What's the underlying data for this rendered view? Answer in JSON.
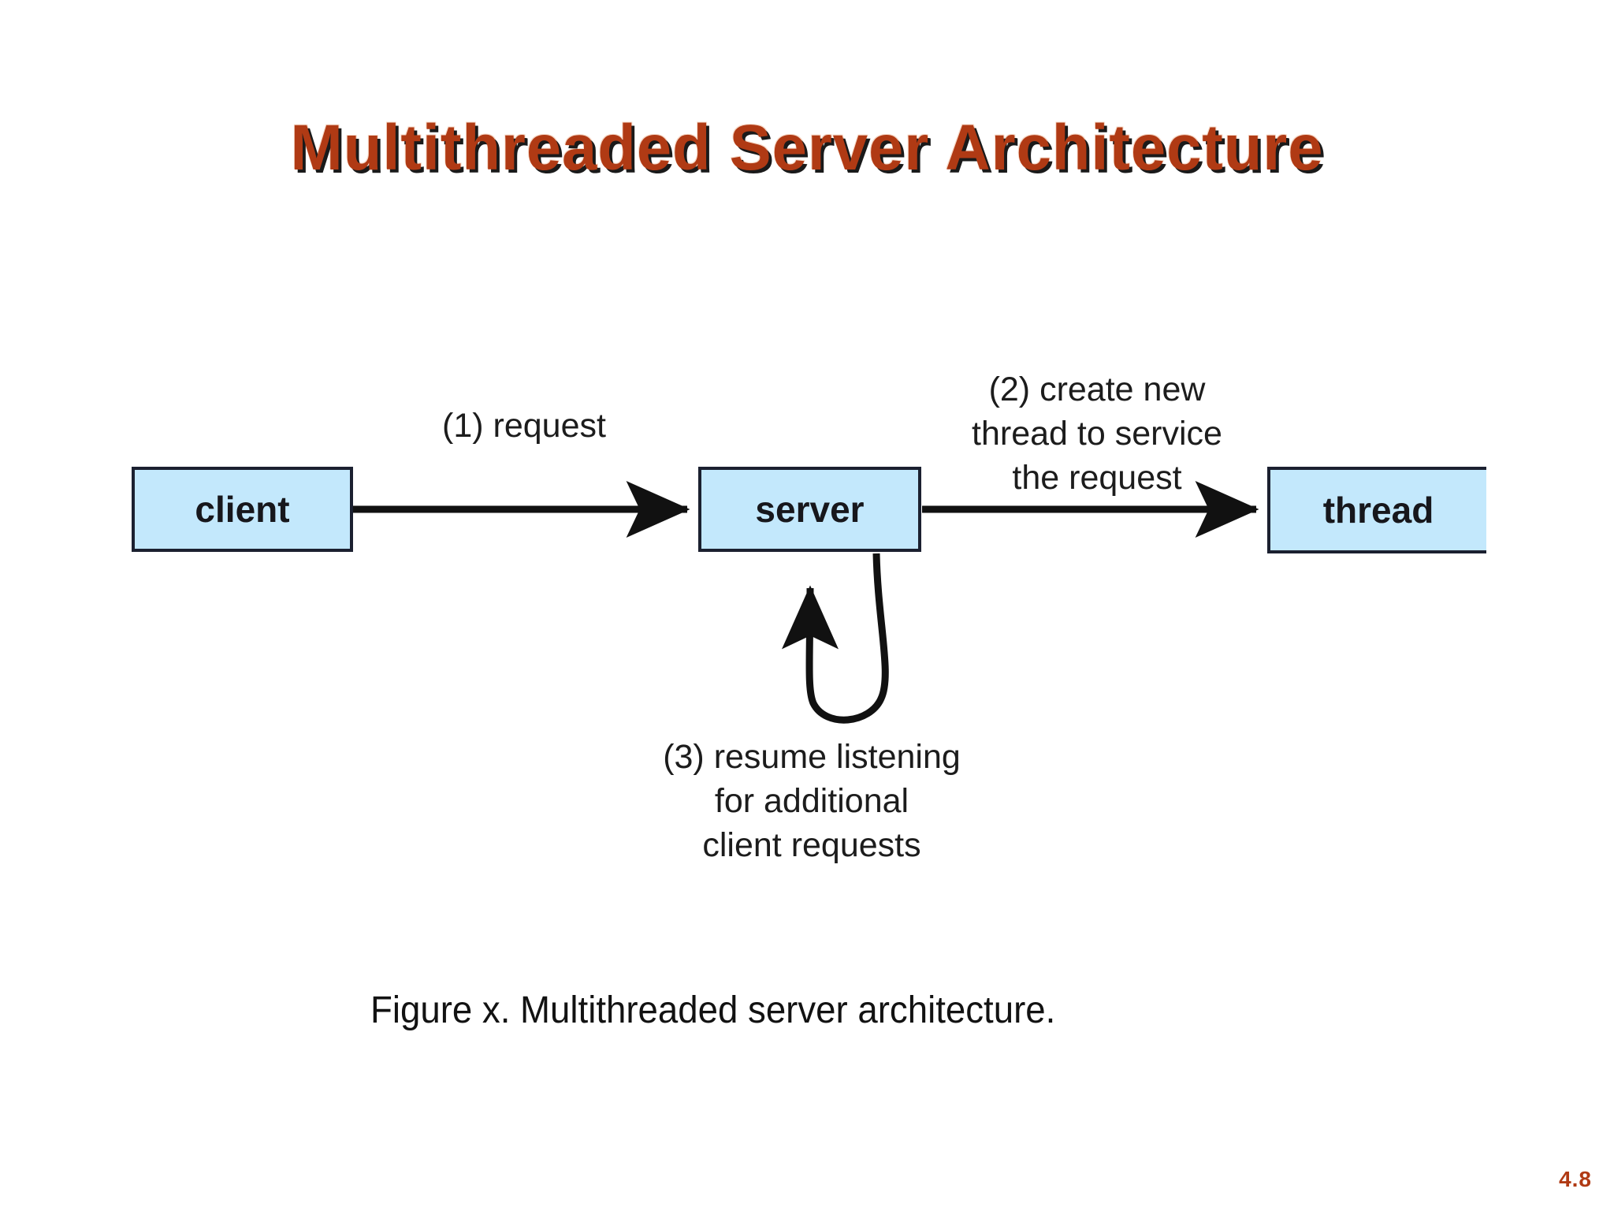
{
  "slide": {
    "title": "Multithreaded Server Architecture",
    "page_number": "4.8",
    "title_color": "#B03A14",
    "title_shadow_color": "#1a1a1a",
    "background_color": "#FFFFFF"
  },
  "diagram": {
    "type": "flow-diagram",
    "node_fill_color": "#C3E8FC",
    "node_border_color": "#1B2030",
    "connector_color": "#111111",
    "nodes": [
      {
        "id": "client",
        "label": "client"
      },
      {
        "id": "server",
        "label": "server"
      },
      {
        "id": "thread",
        "label": "thread"
      }
    ],
    "edges": [
      {
        "id": "edge-request",
        "from": "client",
        "to": "server",
        "label": "(1) request",
        "style": "straight-arrow"
      },
      {
        "id": "edge-create-thread",
        "from": "server",
        "to": "thread",
        "label": "(2) create new\nthread to service\nthe request",
        "style": "straight-arrow"
      },
      {
        "id": "edge-resume-listening",
        "from": "server",
        "to": "server",
        "label": "(3) resume listening\nfor additional\nclient requests",
        "style": "self-loop-arrow"
      }
    ]
  },
  "caption": {
    "text": "Figure x. Multithreaded server architecture."
  }
}
